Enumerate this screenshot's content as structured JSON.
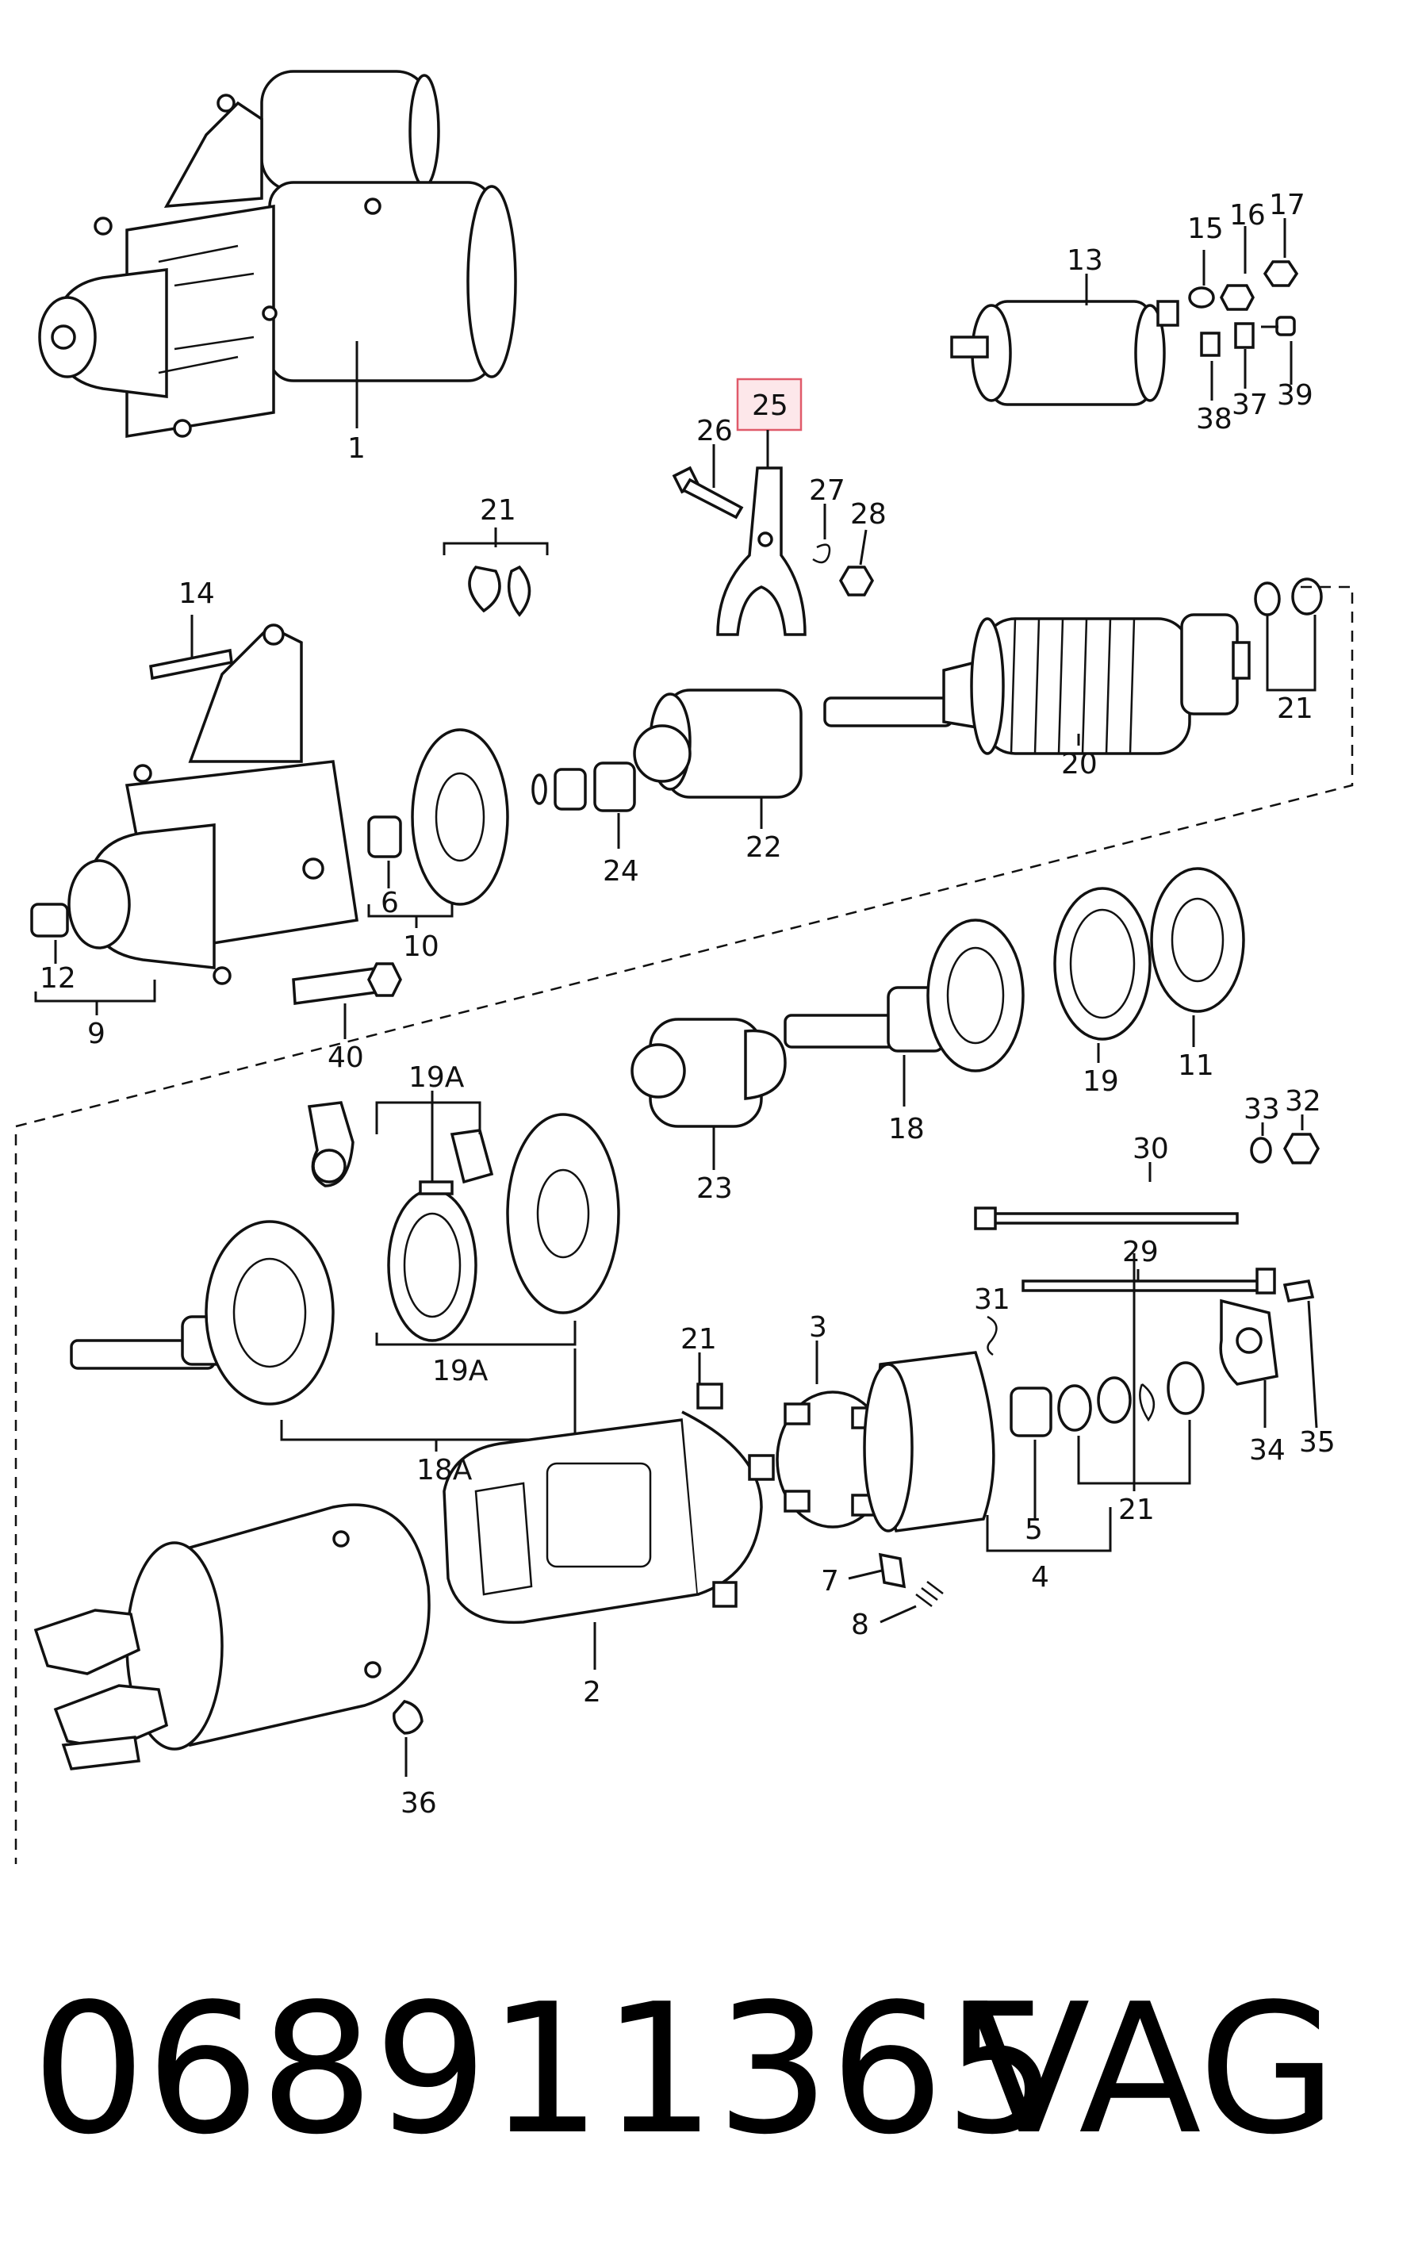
{
  "labels": {
    "l1": "1",
    "l2": "2",
    "l3": "3",
    "l4": "4",
    "l5": "5",
    "l6": "6",
    "l7": "7",
    "l8": "8",
    "l9": "9",
    "l10": "10",
    "l11": "11",
    "l12": "12",
    "l13": "13",
    "l14": "14",
    "l15": "15",
    "l16": "16",
    "l17": "17",
    "l18": "18",
    "l18a": "18A",
    "l19": "19",
    "l19a_top": "19A",
    "l19a_bottom": "19A",
    "l20": "20",
    "l21_top": "21",
    "l21_right": "21",
    "l21_mid": "21",
    "l21_low": "21",
    "l22": "22",
    "l23": "23",
    "l24": "24",
    "l25": "25",
    "l26": "26",
    "l27": "27",
    "l28": "28",
    "l29": "29",
    "l30": "30",
    "l31": "31",
    "l32": "32",
    "l33": "33",
    "l34": "34",
    "l35": "35",
    "l36": "36",
    "l37": "37",
    "l38": "38",
    "l39": "39",
    "l40": "40"
  },
  "highlight_color": "#e05a6a",
  "footer": {
    "part_number": "068911365",
    "brand": "VAG"
  }
}
